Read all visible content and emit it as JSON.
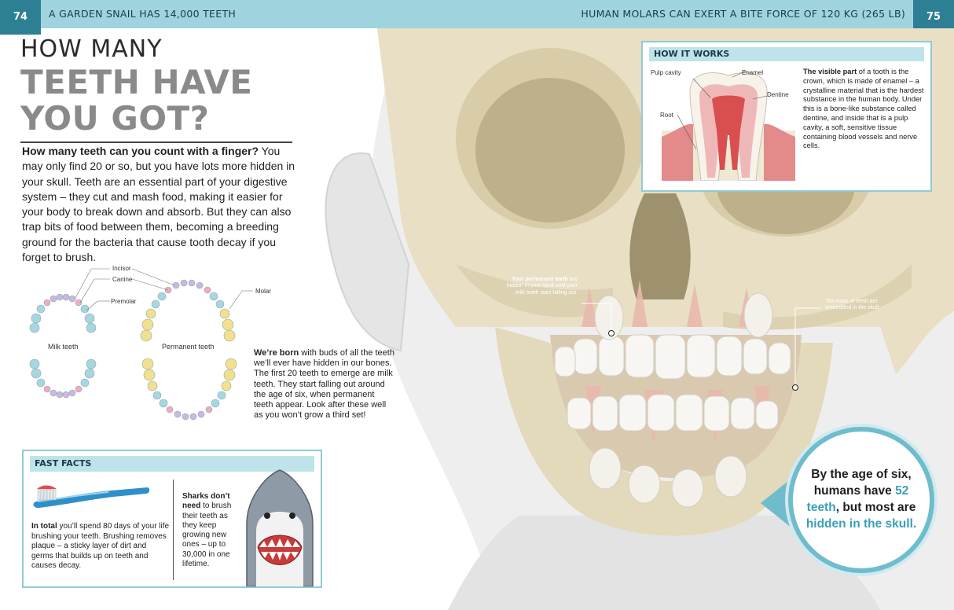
{
  "banner": {
    "left_page": "74",
    "left_fact": "A GARDEN SNAIL HAS 14,000 TEETH",
    "right_fact": "HUMAN MOLARS CAN EXERT A BITE FORCE OF 120 KG (265 LB)",
    "right_page": "75"
  },
  "heading": {
    "line1": "HOW MANY",
    "line2": "TEETH HAVE",
    "line3": "YOU GOT?"
  },
  "intro": {
    "lead": "How many teeth can you count with a finger?",
    "body": " You may only find 20 or so, but you have lots more hidden in your skull. Teeth are an essential part of your digestive system – they cut and mash food, making it easier for your body to break down and absorb. But they can also trap bits of food between them, becoming a breeding ground for the bacteria that cause tooth decay if you forget to brush."
  },
  "diagram": {
    "incisor": "Incisor",
    "canine": "Canine",
    "premolar": "Premolar",
    "molar": "Molar",
    "milk": "Milk teeth",
    "permanent": "Permanent teeth"
  },
  "born": {
    "lead": "We’re born",
    "body": " with buds of all the teeth we’ll ever have hidden in our bones. The first 20 teeth to emerge are milk teeth. They start falling out around the age of six, when permanent teeth appear. Look after these well as you won’t grow a third set!"
  },
  "fast_facts": {
    "title": "FAST FACTS",
    "f1_lead": "In total",
    "f1_body": " you’ll spend 80 days of your life brushing your teeth. Brushing removes plaque – a sticky layer of dirt and germs that builds up on teeth and causes decay.",
    "f2_lead": "Sharks don’t need",
    "f2_body": " to brush their teeth as they keep growing new ones – up to 30,000 in one lifetime."
  },
  "how_it_works": {
    "title": "HOW IT WORKS",
    "pulp": "Pulp cavity",
    "enamel": "Enamel",
    "dentine": "Dentine",
    "root": "Root",
    "lead": "The visible part",
    "body": " of a tooth is the crown, which is made of enamel – a crystalline material that is the hardest substance in the human body. Under this is a bone-like substance called dentine, and inside that is a pulp cavity, a soft, sensitive tissue containing blood vessels and nerve cells."
  },
  "callouts": {
    "perm_lead": "Your permanent teeth",
    "perm_body": " are hidden in your skull until your milk teeth start falling out.",
    "roots": "The roots of teeth are embedded in the skull."
  },
  "circle": {
    "a": "By the age of six, humans have ",
    "b": "52 teeth",
    "c": ", but most are ",
    "d": "hidden in the skull."
  },
  "colors": {
    "banner_dark": "#2d7f94",
    "banner_light": "#9fd4df",
    "accent": "#3a9fb4",
    "box_border": "#8fcbd7"
  }
}
